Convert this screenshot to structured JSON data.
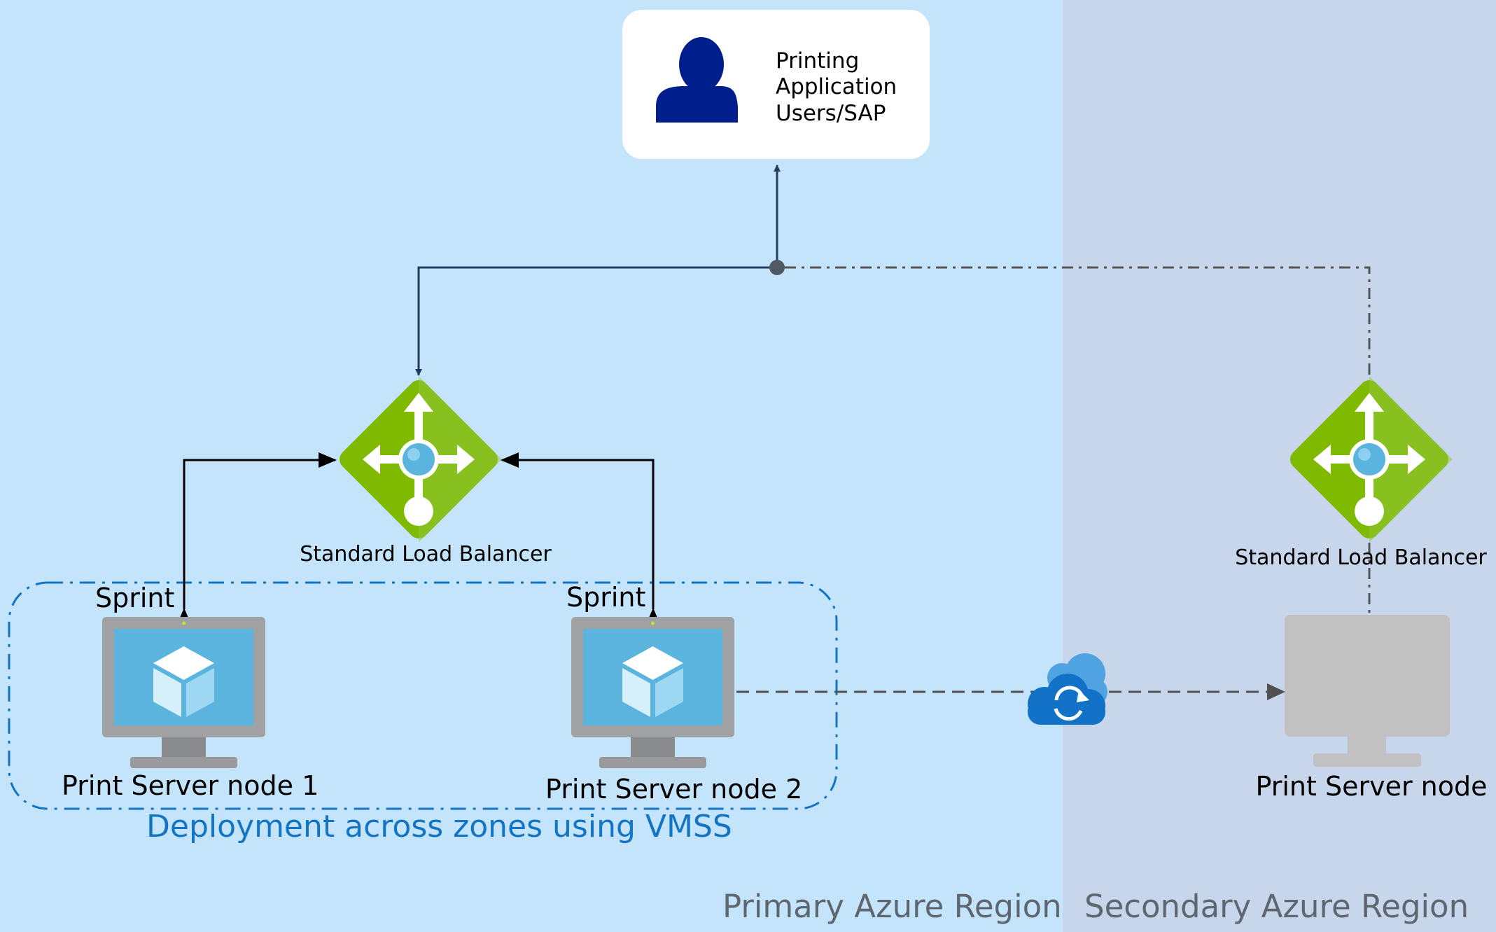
{
  "regions": {
    "primary": {
      "label": "Primary Azure Region"
    },
    "secondary": {
      "label": "Secondary Azure Region"
    }
  },
  "users": {
    "line1": "Printing",
    "line2": "Application",
    "line3": "Users/SAP",
    "icon": "user-icon"
  },
  "load_balancers": {
    "primary": {
      "label": "Standard Load Balancer",
      "icon": "load-balancer-icon"
    },
    "secondary": {
      "label": "Standard Load Balancer",
      "icon": "load-balancer-icon"
    }
  },
  "nodes": {
    "node1": {
      "tag": "Sprint",
      "label": "Print Server node 1",
      "icon": "virtual-machine-icon"
    },
    "node2": {
      "tag": "Sprint",
      "label": "Print Server node 2",
      "icon": "virtual-machine-icon"
    },
    "secondary": {
      "label": "Print Server node",
      "icon": "virtual-machine-icon"
    }
  },
  "vmss_group": {
    "label": "Deployment across zones using VMSS"
  },
  "replication": {
    "icon": "cloud-sync-icon"
  },
  "colors": {
    "primary_bg": "#c4e4fb",
    "secondary_bg": "#c8d6ec",
    "lb_green": "#7fba00",
    "vm_screen": "#5ab4de",
    "user_icon": "#001f8c",
    "vmss_blue": "#1474c4",
    "cloud_blue": "#1172c7"
  }
}
